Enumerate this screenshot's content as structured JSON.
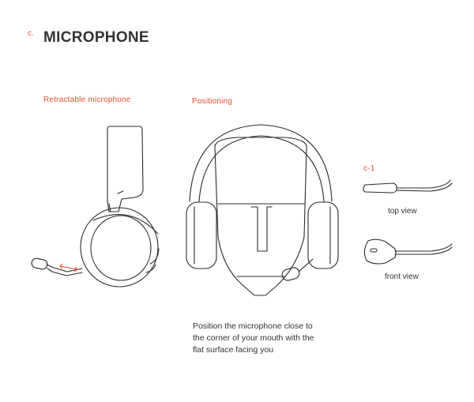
{
  "section": {
    "letter": "c.",
    "title": "MICROPHONE"
  },
  "captions": {
    "retractable": "Retractable microphone",
    "positioning": "Positioning",
    "figure_ref": "c-1",
    "top_view": "top view",
    "front_view": "front view"
  },
  "instructions": {
    "line1": "Position the microphone close to",
    "line2": "the corner of your mouth with the",
    "line3": "flat surface facing you"
  },
  "colors": {
    "accent": "#e8502f",
    "text": "#333333",
    "line": "#2b2b2b"
  }
}
